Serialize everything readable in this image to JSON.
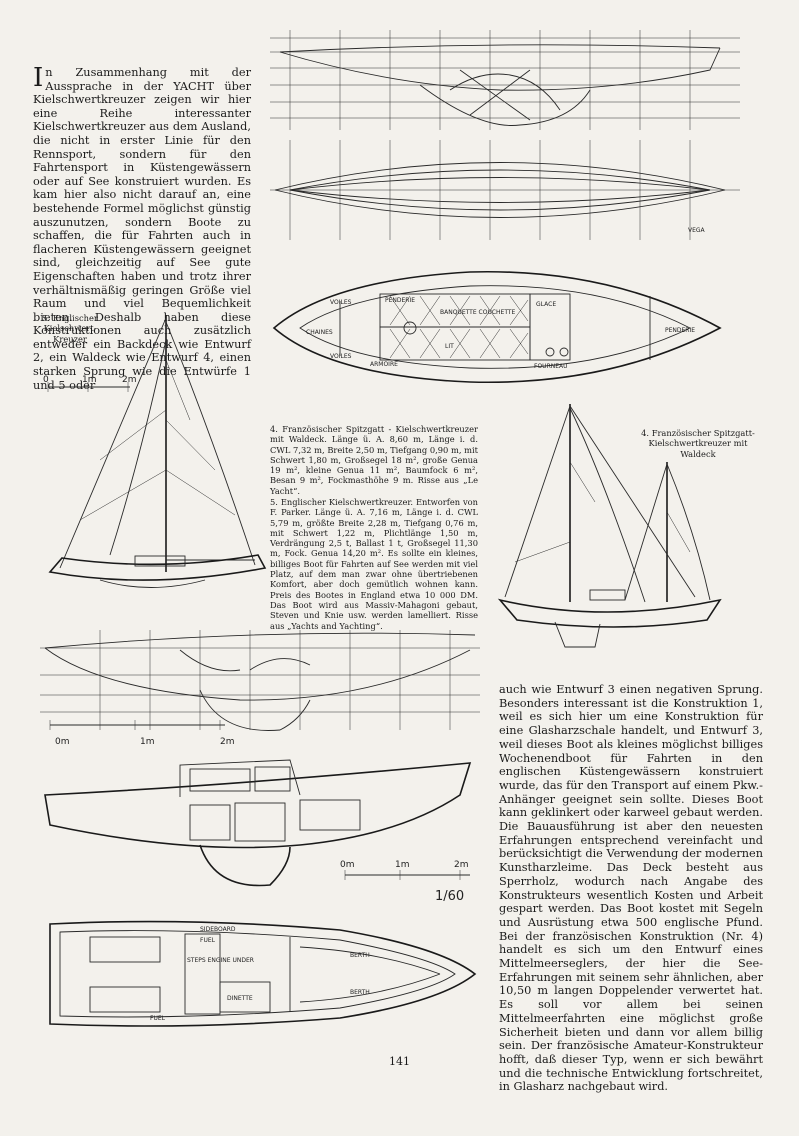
{
  "article": {
    "col1_dropcap": "I",
    "col1_text": "n Zusammenhang mit der Aussprache in der YACHT über Kielschwertkreuzer zeigen wir hier eine Reihe interessanter Kielschwertkreuzer aus dem Ausland, die nicht in erster Linie für den Rennsport, sondern für den Fahrtensport in Küstengewässern oder auf See konstruiert wurden. Es kam hier also nicht darauf an, eine bestehende Formel möglichst günstig auszunutzen, sondern Boote zu schaffen, die für Fahrten auch in flacheren Küstengewässern geeignet sind, gleichzeitig auf See gute Eigenschaften haben und trotz ihrer verhältnismäßig geringen Größe viel Raum und viel Bequemlichkeit bieten. Deshalb haben diese Konstruktionen auch zusätzlich entweder ein Backdeck wie Entwurf 2, ein Waldeck wie Entwurf 4, einen starken Sprung wie die Entwürfe 1 und 5 oder",
    "col2_text": "auch wie Entwurf 3 einen negativen Sprung. Besonders interessant ist die Konstruktion 1, weil es sich hier um eine Konstruktion für eine Glasharzschale handelt, und Entwurf 3, weil dieses Boot als kleines möglichst billiges Wochenendboot für Fahrten in den englischen Küstengewässern konstruiert wurde, das für den Transport auf einem Pkw.-Anhänger geeignet sein sollte. Dieses Boot kann geklinkert oder karweel gebaut werden. Die Bauausführung ist aber den neuesten Erfahrungen entsprechend vereinfacht und berücksichtigt die Verwendung der modernen Kunstharzleime. Das Deck besteht aus Sperrholz, wodurch nach Angabe des Konstrukteurs wesentlich Kosten und Arbeit gespart werden. Das Boot kostet mit Segeln und Ausrüstung etwa 500 englische Pfund. Bei der französischen Konstruktion (Nr. 4) handelt es sich um den Entwurf eines Mittelmeerseglers, der hier die See-Erfahrungen mit seinem sehr ähnlichen, aber 10,50 m langen Doppelender verwertet hat. Es soll vor allem bei seinen Mittelmeerfahrten eine möglichst große Sicherheit bieten und dann vor allem billig sein. Der französische Amateur-Konstrukteur hofft, daß dieser Typ, wenn er sich bewährt und die technische Entwicklung fortschreitet, in Glasharz nachgebaut wird."
  },
  "captions": {
    "fig5_label": "5. Englischer Kielschwert-Kreuzer",
    "fig4_label": "4. Französischer Spitzgatt-Kielschwertkreuzer mit Waldeck",
    "fig4_caption": "4. Französischer Spitzgatt - Kielschwertkreuzer mit Waldeck. Länge ü. A. 8,60 m, Länge i. d. CWL 7,32 m, Breite 2,50 m, Tiefgang 0,90 m, mit Schwert 1,80 m, Großsegel 18 m², große Genua 19 m², kleine Genua 11 m², Baumfock 6 m², Besan 9 m², Fockmasthöhe 9 m. Risse aus „Le Yacht“.",
    "fig5_caption": "5. Englischer Kielschwertkreuzer. Entworfen von F. Parker. Länge ü. A. 7,16 m, Länge i. d. CWL 5,79 m, größte Breite 2,28 m, Tiefgang 0,76 m, mit Schwert 1,22 m, Plichtlänge 1,50 m, Verdrängung 2,5 t, Ballast 1 t, Großsegel 11,30 m, Fock. Genua 14,20 m². Es sollte ein kleines, billiges Boot für Fahrten auf See werden mit viel Platz, auf dem man zwar ohne übertriebenen Komfort, aber doch gemütlich wohnen kann. Preis des Bootes in England etwa 10 000 DM. Das Boot wird aus Massiv-Mahagoni gebaut, Steven und Knie usw. werden lamelliert. Risse aus „Yachts and Yachting“."
  },
  "drawings": {
    "signature": "VEGA",
    "plan4_labels": [
      "VOILES",
      "PENDERIE",
      "BANQUETTE COUCHETTE",
      "GLACE",
      "VOILES",
      "LIT",
      "ARMOIRE",
      "FOURNEAU",
      "CHAINES",
      "PENDERIE"
    ],
    "sailplan5_scale": [
      "0",
      "1m",
      "2m"
    ],
    "lines5_scale": [
      "0m",
      "1m",
      "2m"
    ],
    "profile5_scale": [
      "0m",
      "1m",
      "2m"
    ],
    "profile5_ratio": "1/60",
    "plan5_labels": [
      "SIDEBOARD",
      "FUEL",
      "STEPS ENGINE UNDER",
      "DINETTE",
      "FUEL",
      "BERTH",
      "BERTH"
    ]
  },
  "page": {
    "number": "141"
  }
}
